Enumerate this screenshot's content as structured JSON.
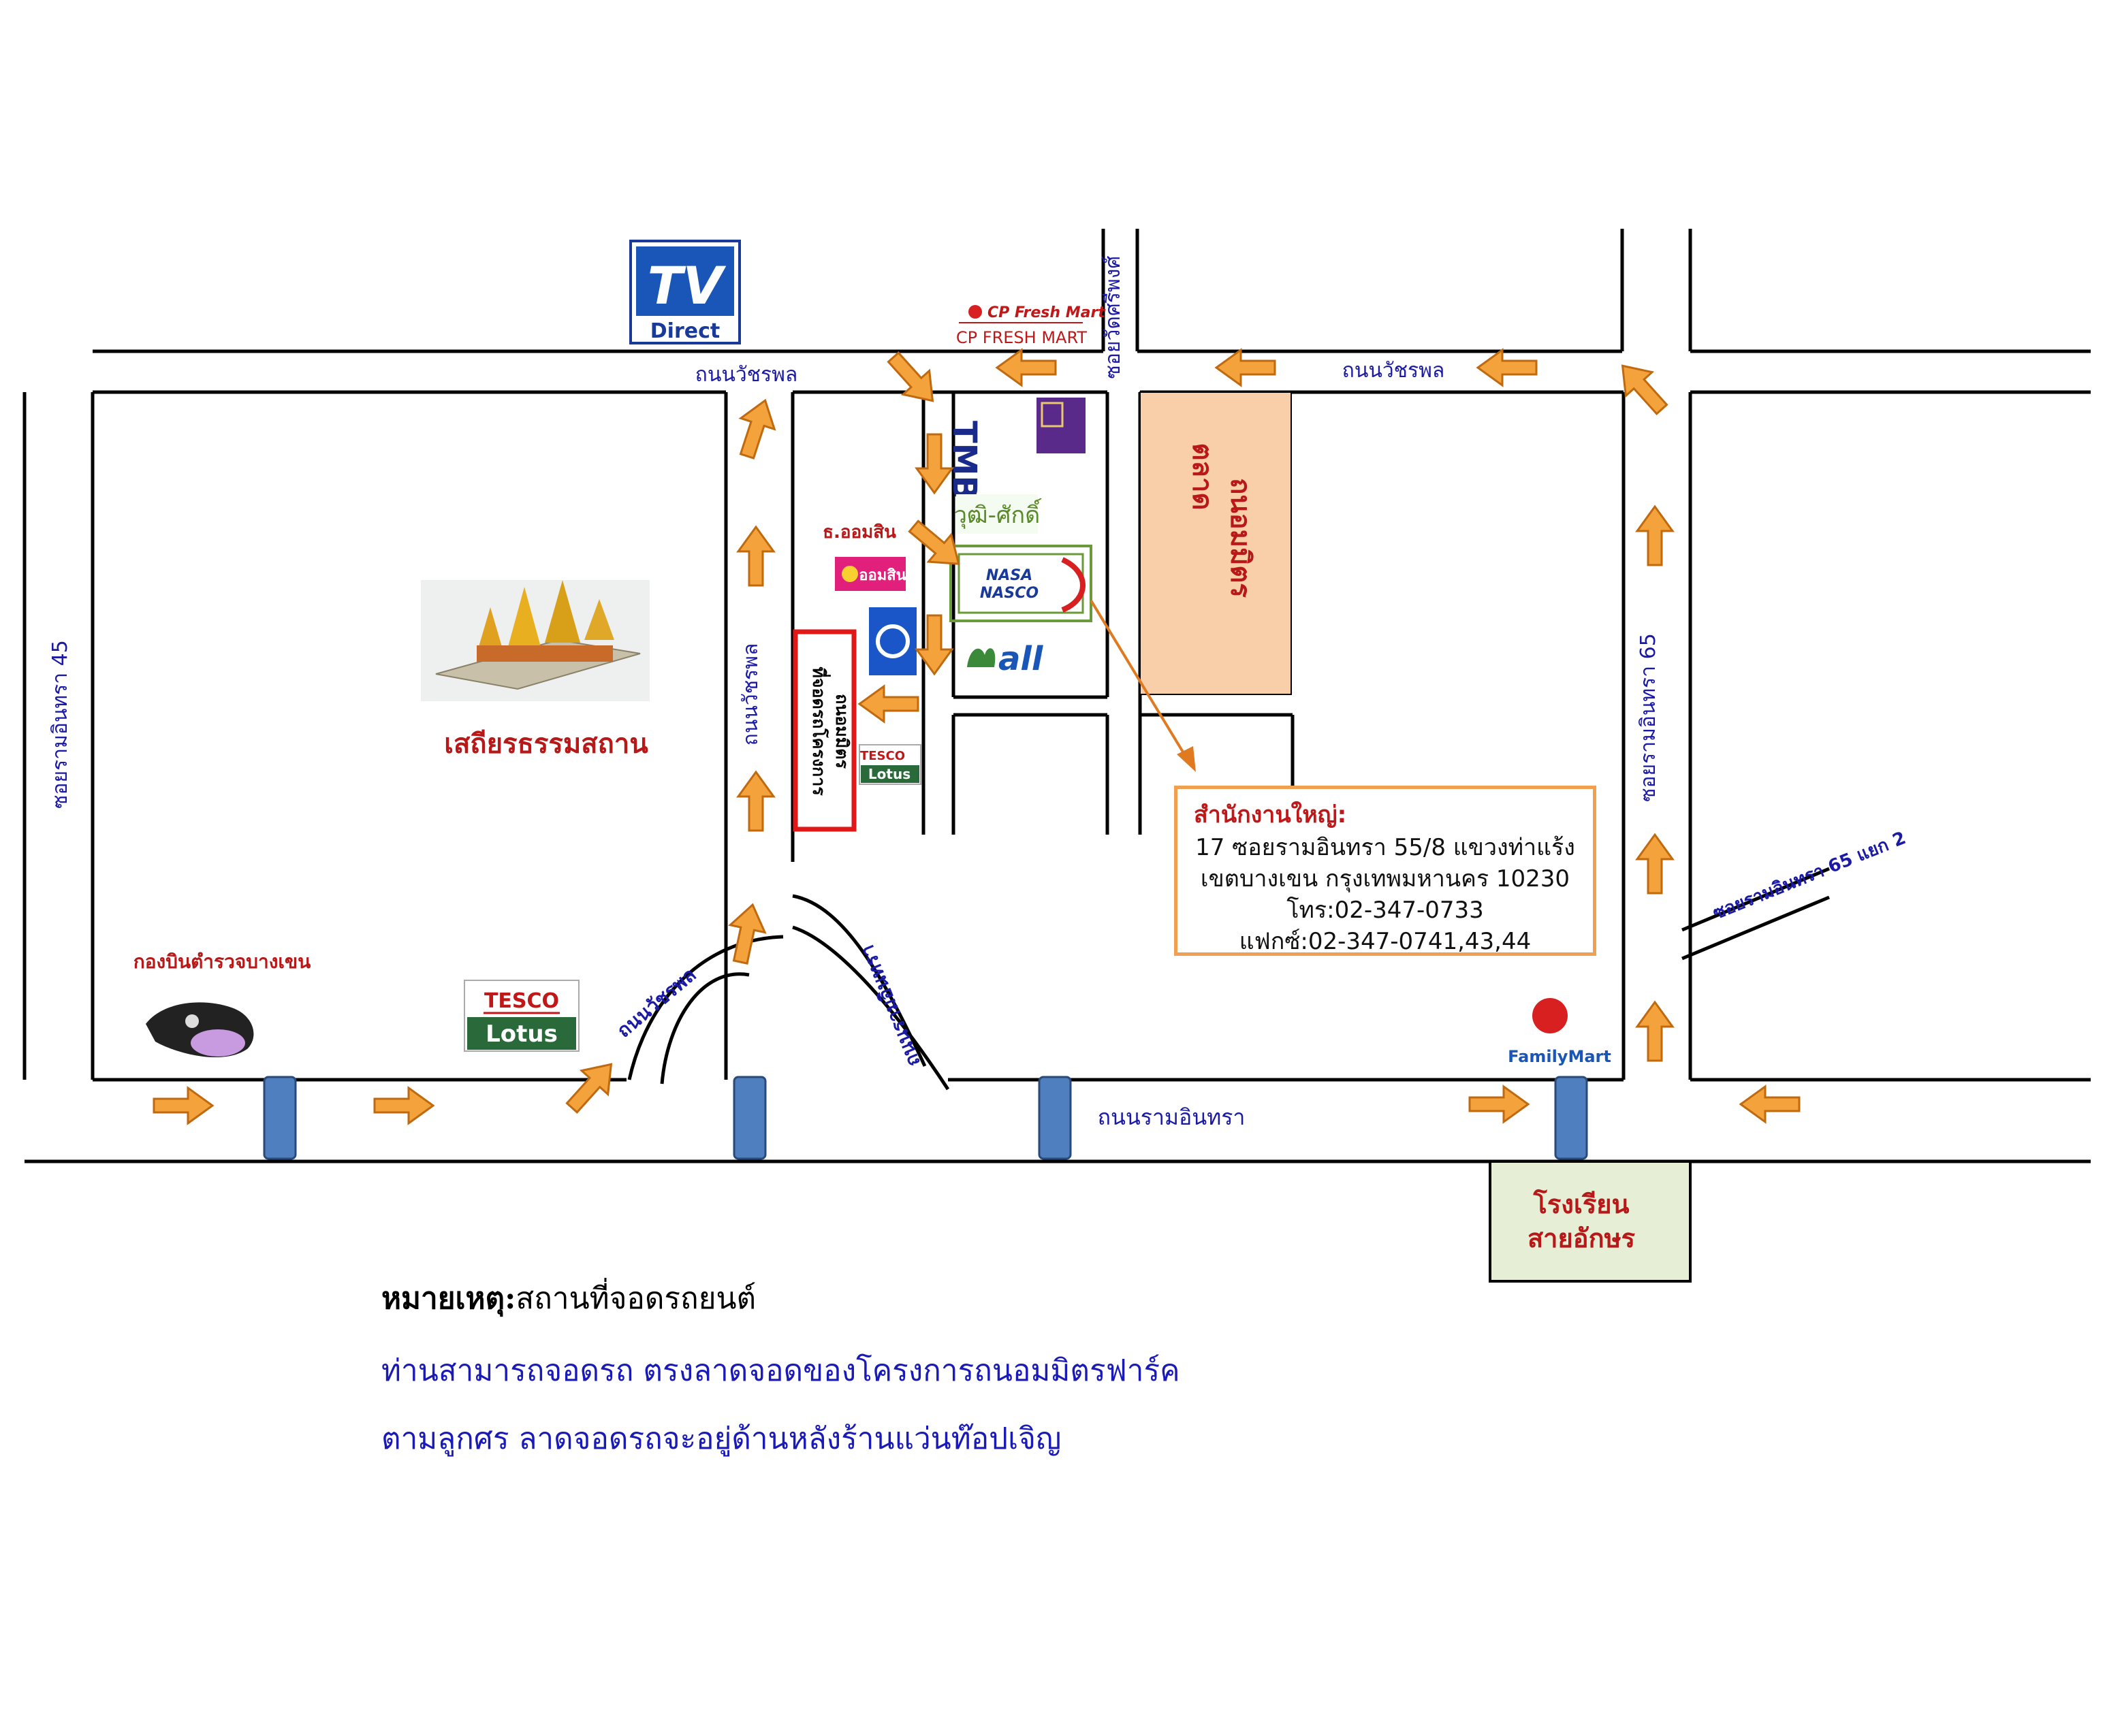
{
  "roads": {
    "top_left": "ถนนวัชรพล",
    "top_right": "ถนนวัชรพล",
    "middle_vertical": "ถนนวัชรพล",
    "curve": "ถนนวัชรพล",
    "soi_watsiphong": "ซอยวัดศรีพงศ์",
    "soi_45": "ซอยรามอินทรา 45",
    "soi_65": "ซอยรามอินทรา 65",
    "soi_65_branch": "ซอยรามอินทรา 65 แยก 2",
    "bottom": "ถนนรามอินทรา",
    "curve_right": "ถนนรามอินทรา"
  },
  "landmarks": {
    "tv_direct_top": "TV",
    "tv_direct_bottom": "Direct",
    "cp_fresh_logo": "CP Fresh Mart",
    "cp_fresh_mart": "CP FRESH MART",
    "tmb": "TMB",
    "juthasak": "วุฒิ-ศักดิ์",
    "gsb_label": "ธ.ออมสิน",
    "gsb_logo": "ออมสิน",
    "nasa_1": "NASA",
    "nasa_2": "NASCO",
    "all": "all",
    "market_1": "ตลาด",
    "market_2": "ถนอมมิตร",
    "parking_1": "ที่จอดรถโครงการ",
    "parking_2": "ถนอมมิตร",
    "tesco_small_1": "TESCO",
    "tesco_small_2": "Lotus",
    "temple": "เสถียรธรรมสถาน",
    "police": "กองบินตำรวจบางเขน",
    "tesco_1": "TESCO",
    "tesco_2": "Lotus",
    "family_mart": "FamilyMart",
    "school_1": "โรงเรียน",
    "school_2": "สายอักษร"
  },
  "office": {
    "title": "สำนักงานใหญ่:",
    "line1": "17 ซอยรามอินทรา 55/8 แขวงท่าแร้ง",
    "line2": "เขตบางเขน กรุงเทพมหานคร 10230",
    "line3": "โทร:02-347-0733",
    "line4": "แฟกซ์:02-347-0741,43,44"
  },
  "note": {
    "label": "หมายเหตุ:",
    "heading": "สถานที่จอดรถยนต์",
    "line1": "ท่านสามารถจอดรถ ตรงลาดจอดของโครงการถนอมมิตรฟาร์ค",
    "line2": "ตามลูกศร ลาดจอดรถจะอยู่ด้านหลังร้านแว่นท๊อปเจิญ"
  },
  "colors": {
    "arrow": "#f4a23c",
    "road_label": "#1a1aa6",
    "red_label": "#b81818",
    "bus_stop": "#4f7fbf",
    "market_fill": "#f9cfaa",
    "school_fill": "#e6efd6"
  }
}
